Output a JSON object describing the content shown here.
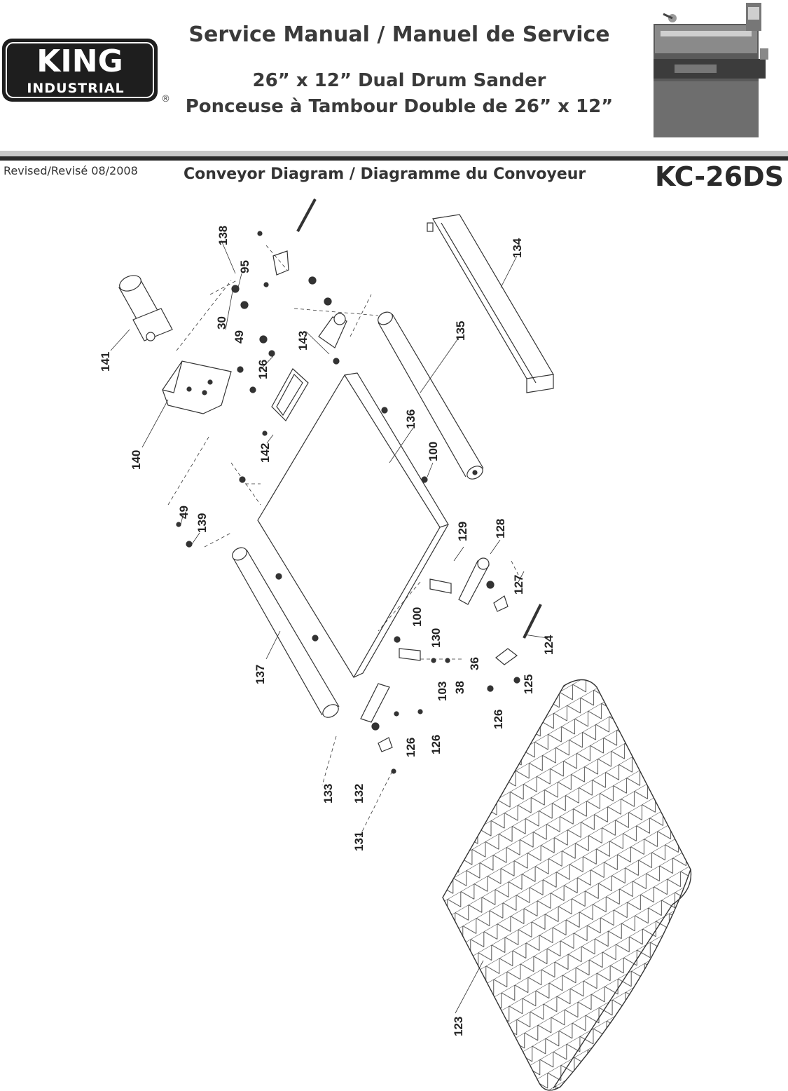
{
  "header": {
    "logo": {
      "brand": "KING",
      "sub": "INDUSTRIAL",
      "badge": "KING"
    },
    "registered_mark": "®",
    "title": "Service Manual / Manuel de Service",
    "product_en": "26” x 12” Dual Drum Sander",
    "product_fr": "Ponceuse à Tambour Double de 26” x 12”",
    "revised": "Revised/Revisé 08/2008",
    "subtitle": "Conveyor Diagram / Diagramme du Convoyeur",
    "model": "KC-26DS"
  },
  "parts": {
    "p138": "138",
    "p95": "95",
    "p30": "30",
    "p49a": "49",
    "p126a": "126",
    "p143": "143",
    "p141": "141",
    "p140": "140",
    "p142": "142",
    "p134": "134",
    "p135": "135",
    "p136": "136",
    "p100a": "100",
    "p49b": "49",
    "p139": "139",
    "p129": "129",
    "p128": "128",
    "p127": "127",
    "p100b": "100",
    "p130": "130",
    "p36": "36",
    "p124": "124",
    "p103": "103",
    "p38": "38",
    "p125": "125",
    "p126b": "126",
    "p137": "137",
    "p126c": "126",
    "p126d": "126",
    "p133": "133",
    "p132": "132",
    "p131": "131",
    "p123": "123"
  }
}
